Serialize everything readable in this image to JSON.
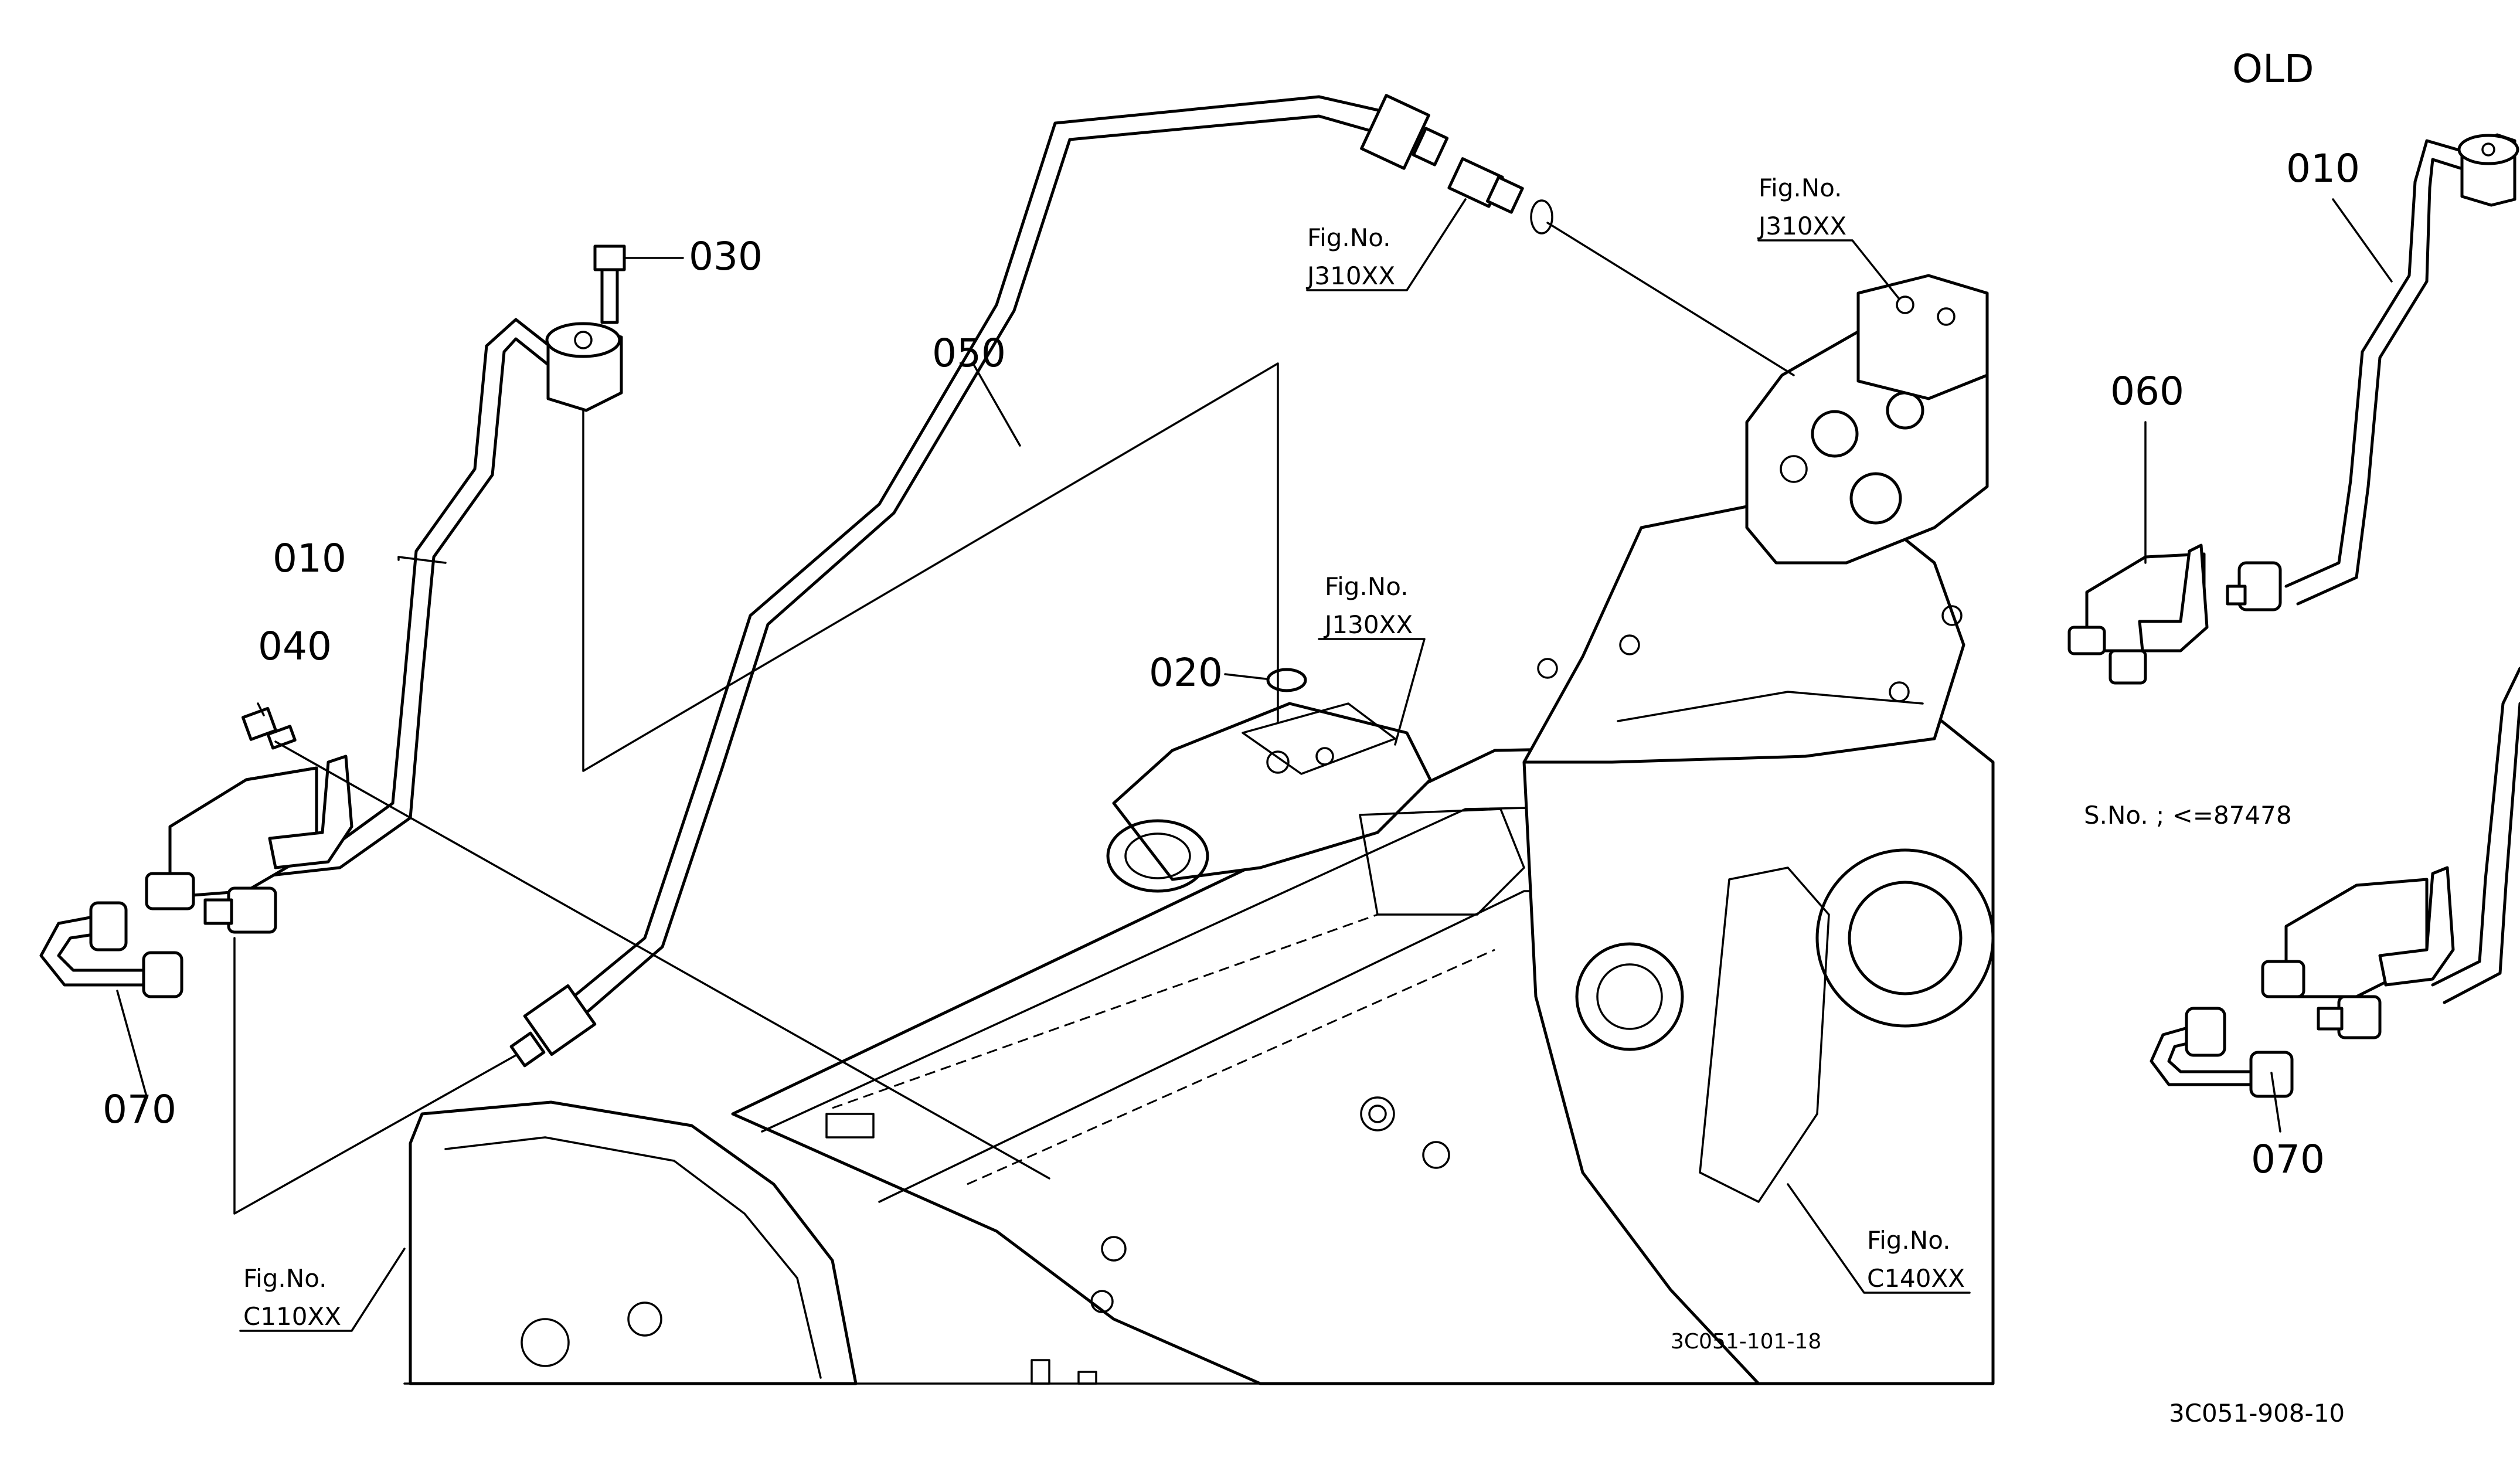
{
  "header": {
    "variant_label": "OLD"
  },
  "callouts": {
    "c010": "010",
    "c020": "020",
    "c030": "030",
    "c040": "040",
    "c050": "050",
    "c070": "070",
    "old_010": "010",
    "old_060": "060",
    "old_070": "070"
  },
  "fig_refs": {
    "fig_label": "Fig.No.",
    "j310_left": "J310XX",
    "j310_right": "J310XX",
    "j130": "J130XX",
    "c110": "C110XX",
    "c140": "C140XX"
  },
  "serial_note": "S.No. ; <=87478",
  "drawing_id_main": "3C051-101-18",
  "drawing_id_page": "3C051-908-10"
}
